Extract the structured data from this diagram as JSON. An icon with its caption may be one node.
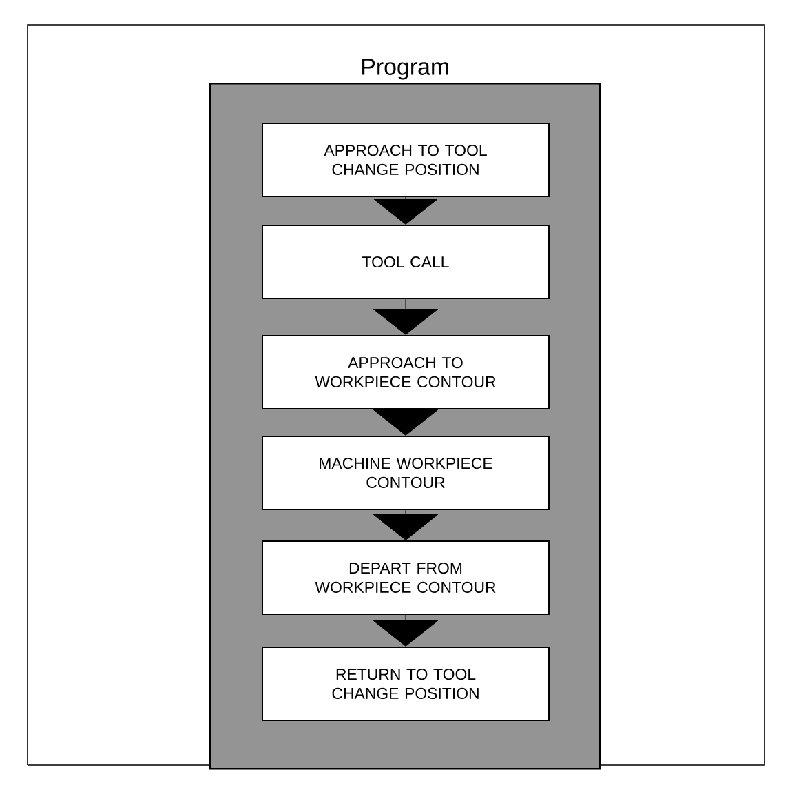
{
  "diagram": {
    "nodes": [
      {
        "text": [
          "Program"
        ]
      },
      {
        "text": [
          "APPROACH TO TOOL CHANGE POSITION"
        ],
        "in": 0
      },
      {
        "text": [
          "TOOL CALL"
        ],
        "in": 0
      },
      {
        "text": [
          "APPROACH TO WORKPIECE CONTOUR"
        ],
        "in": 0
      },
      {
        "text": [
          "MACHINE WORKPIECE CONTOUR"
        ],
        "in": 0
      },
      {
        "text": [
          "DEPART FROM WORKPIECE CONTOUR"
        ],
        "in": 0
      },
      {
        "text": [
          "RETURN TO TOOL CHANGE POSITION"
        ],
        "in": 0
      }
    ],
    "edges": [
      {
        "from": 1,
        "to": 2,
        "arrow": "to"
      },
      {
        "from": 2,
        "to": 3,
        "arrow": "to"
      },
      {
        "from": 3,
        "to": 4,
        "arrow": "to"
      },
      {
        "from": 4,
        "to": 5,
        "arrow": "to"
      },
      {
        "from": 5,
        "to": 6,
        "arrow": "to"
      }
    ]
  }
}
